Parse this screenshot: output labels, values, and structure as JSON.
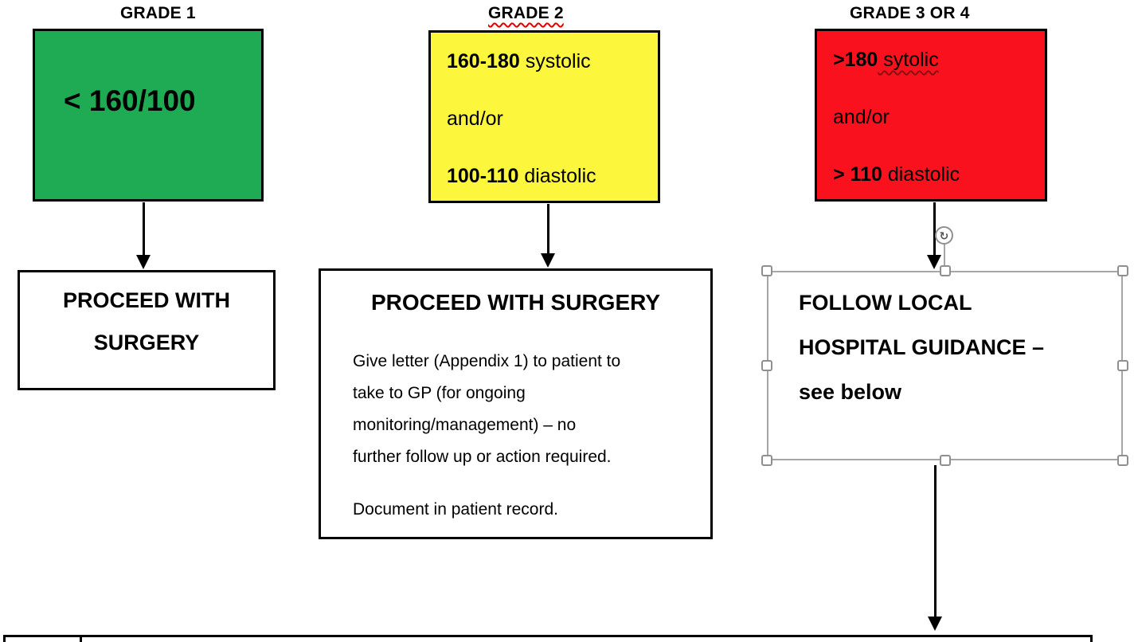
{
  "grade1": {
    "title": "GRADE 1",
    "box_color": "#1fab54",
    "bp_value": "< 160/100",
    "outcome_lines": [
      "PROCEED WITH",
      "SURGERY"
    ]
  },
  "grade2": {
    "title": "GRADE 2",
    "box_color": "#fcf63d",
    "criteria": [
      {
        "bold": "160-180",
        "rest": " systolic"
      },
      {
        "bold": "",
        "rest": "and/or"
      },
      {
        "bold": "100-110",
        "rest": " diastolic"
      }
    ],
    "outcome_title": "PROCEED WITH SURGERY",
    "outcome_body_lines": [
      "Give letter (Appendix 1) to patient to",
      "take to GP (for ongoing",
      "monitoring/management) – no",
      "further follow up or action required."
    ],
    "outcome_note": "Document in patient record."
  },
  "grade3or4": {
    "title": "GRADE 3 OR 4",
    "box_color": "#f9121e",
    "criteria": [
      {
        "bold": ">180",
        "rest": " sytolic"
      },
      {
        "bold": "",
        "rest": "and/or"
      },
      {
        "bold": "> 110",
        "rest": " diastolic"
      }
    ],
    "outcome_lines": [
      "FOLLOW LOCAL",
      "HOSPITAL GUIDANCE –",
      "see below"
    ]
  },
  "selection": {
    "rotate_icon": "↻"
  }
}
